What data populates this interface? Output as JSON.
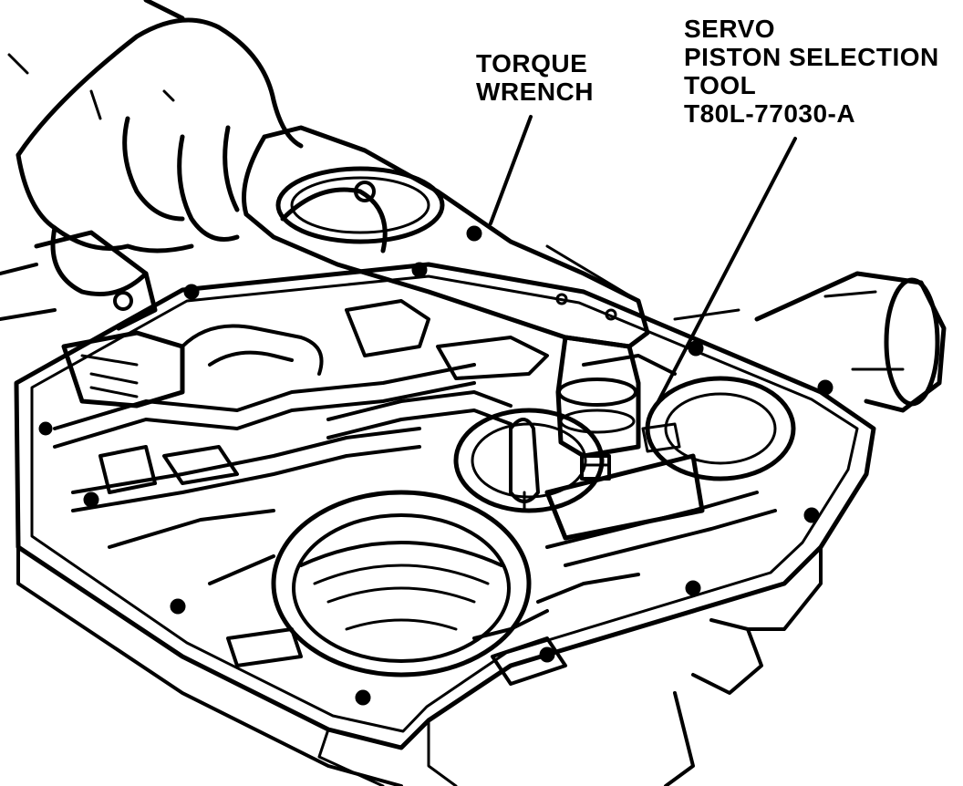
{
  "figure": {
    "callouts": {
      "torque_wrench": {
        "line1": "TORQUE",
        "line2": "WRENCH"
      },
      "servo_tool": {
        "line1": "SERVO",
        "line2": "PISTON SELECTION",
        "line3": "TOOL",
        "line4": "T80L-77030-A"
      }
    },
    "colors": {
      "ink": "#000000",
      "paper": "#ffffff"
    }
  }
}
